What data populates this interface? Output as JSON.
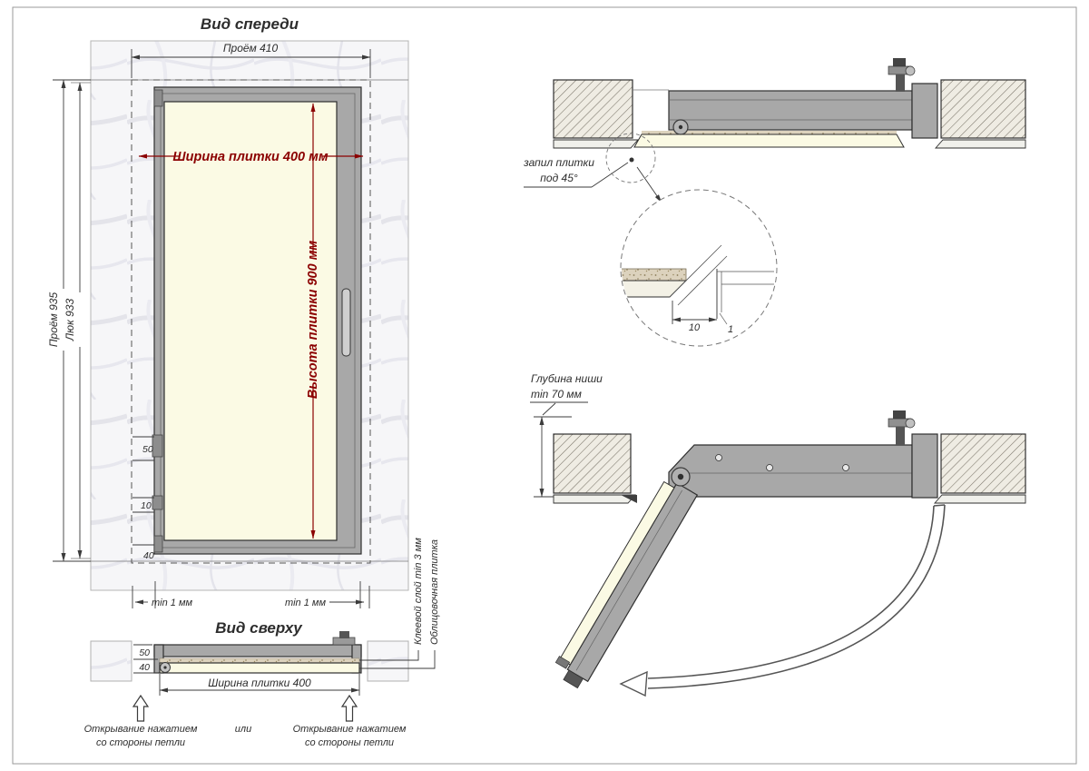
{
  "front_view": {
    "title": "Вид спереди",
    "dim_opening_width": "Проём 410",
    "dim_tile_width": "Ширина плитки 400 мм",
    "dim_tile_height": "Высота плитки 900 мм",
    "dim_opening_height": "Проём 935",
    "dim_hatch_height": "Люк 933",
    "dim_50": "50",
    "dim_10": "10",
    "dim_40": "40",
    "dim_min_gap_left": "min 1 мм",
    "dim_min_gap_right": "min 1 мм"
  },
  "top_view": {
    "title": "Вид сверху",
    "dim_50": "50",
    "dim_40": "40",
    "dim_tile_width": "Ширина плитки 400",
    "label_adhesive": "Клеевой слой min 3 мм",
    "label_tile": "Облицовочная плитка",
    "open_hint_left_line1": "Открывание нажатием",
    "open_hint_left_line2": "со стороны петли",
    "or_text": "или",
    "open_hint_right_line1": "Открывание нажатием",
    "open_hint_right_line2": "со стороны петли"
  },
  "section_closed": {
    "label_cut_line1": "запил плитки",
    "label_cut_line2": "под 45°",
    "detail_dim_10": "10",
    "detail_dim_1": "1"
  },
  "section_open": {
    "label_niche_line1": "Глубина ниши",
    "label_niche_line2": "min 70 мм"
  },
  "colors": {
    "dimension_accent": "#8b0000",
    "tile_fill": "#fbfae4",
    "frame_fill": "#a8a8a8",
    "line_color": "#3b3b3b"
  }
}
